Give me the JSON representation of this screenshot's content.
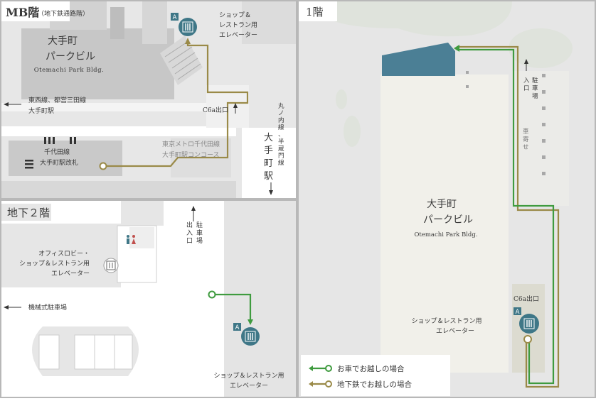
{
  "colors": {
    "panel_bg": "#e6e6e6",
    "building_gray": "#c9c9c9",
    "building_dark": "#bdbdbd",
    "floor_light": "#f1f0ea",
    "tree_green": "#e3e7e1",
    "elevator_teal": "#3f7787",
    "roof_blue": "#4b7f95",
    "car_route": "#3f9b3f",
    "subway_route": "#9a8a48",
    "frame": "#b8b8b8"
  },
  "panels": {
    "mb": {
      "title": "MB階",
      "subtitle": "（地下鉄通路階）",
      "building_jp_line1": "大手町",
      "building_jp_line2": "パークビル",
      "building_en": "Otemachi Park Bldg.",
      "elevator_label_line1": "ショップ＆",
      "elevator_label_line2": "レストラン用",
      "elevator_label_line3": "エレベーター",
      "elevator_badge": "A",
      "tozai_line1": "東西線、都営三田線",
      "tozai_line2": "大手町駅",
      "chiyoda_line1": "千代田線",
      "chiyoda_line2": "大手町駅改札",
      "concourse_line1": "東京メトロ千代田線",
      "concourse_line2": "大手町駅コンコース",
      "exit_label": "C6a出口",
      "marunouchi_label": "丸ノ内線、半蔵門線",
      "otemachi_station": "大手町駅"
    },
    "b2": {
      "title": "地下２階",
      "office_label_line1": "オフィスロビー・",
      "office_label_line2": "ショップ＆レストラン用",
      "office_label_line3": "エレベーター",
      "parking_entrance": "駐車場出入口",
      "mechanical_parking": "機械式駐車場",
      "elevator_label_line1": "ショップ＆レストラン用",
      "elevator_label_line2": "エレベーター",
      "elevator_badge": "A"
    },
    "f1": {
      "title": "1階",
      "building_jp_line1": "大手町",
      "building_jp_line2": "パークビル",
      "building_en": "Otemachi Park Bldg.",
      "parking_entrance": "駐車場入口",
      "car_stop": "車寄せ",
      "exit_label": "C6a出口",
      "elevator_label_line1": "ショップ＆レストラン用",
      "elevator_label_line2": "エレベーター",
      "elevator_badge": "A"
    }
  },
  "legend": {
    "car": "お車でお越しの場合",
    "subway": "地下鉄でお越しの場合"
  }
}
